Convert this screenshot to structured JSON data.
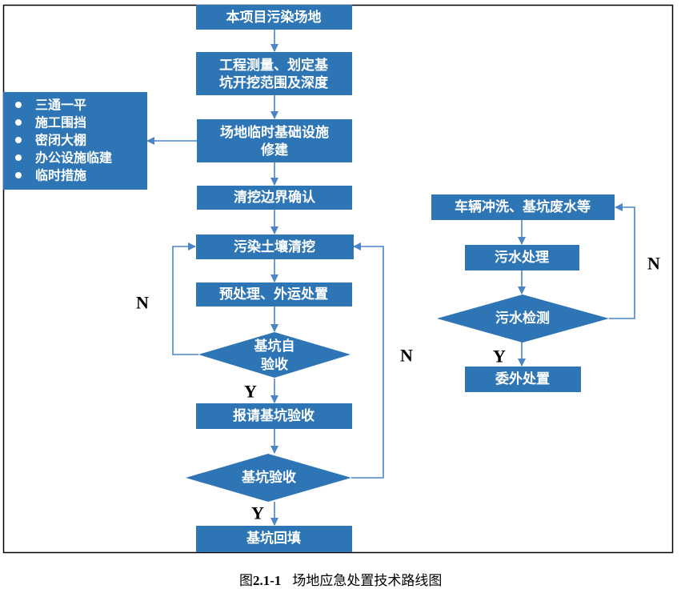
{
  "colors": {
    "box": "#2e75b6",
    "arrow": "#4a86c5",
    "frame": "#000000"
  },
  "nodes": {
    "n1": "本项目污染场地",
    "n2_l1": "工程测量、划定基",
    "n2_l2": "坑开挖范围及深度",
    "n3_l1": "场地临时基础设施",
    "n3_l2": "修建",
    "n4": "清挖边界确认",
    "n5": "污染土壤清挖",
    "n6": "预处理、外运处置",
    "d1_l1": "基坑自",
    "d1_l2": "验收",
    "n7": "报请基坑验收",
    "d2": "基坑验收",
    "n8": "基坑回填",
    "w1": "车辆冲洗、基坑废水等",
    "w2": "污水处理",
    "wd": "污水检测",
    "w3": "委外处置"
  },
  "side_list": [
    "三通一平",
    "施工围挡",
    "密闭大棚",
    "办公设施临建",
    "临时措施"
  ],
  "labels": {
    "yes": "Y",
    "no": "N"
  },
  "caption": {
    "prefix": "图",
    "number": "2.1-1",
    "title": "场地应急处置技术路线图"
  }
}
